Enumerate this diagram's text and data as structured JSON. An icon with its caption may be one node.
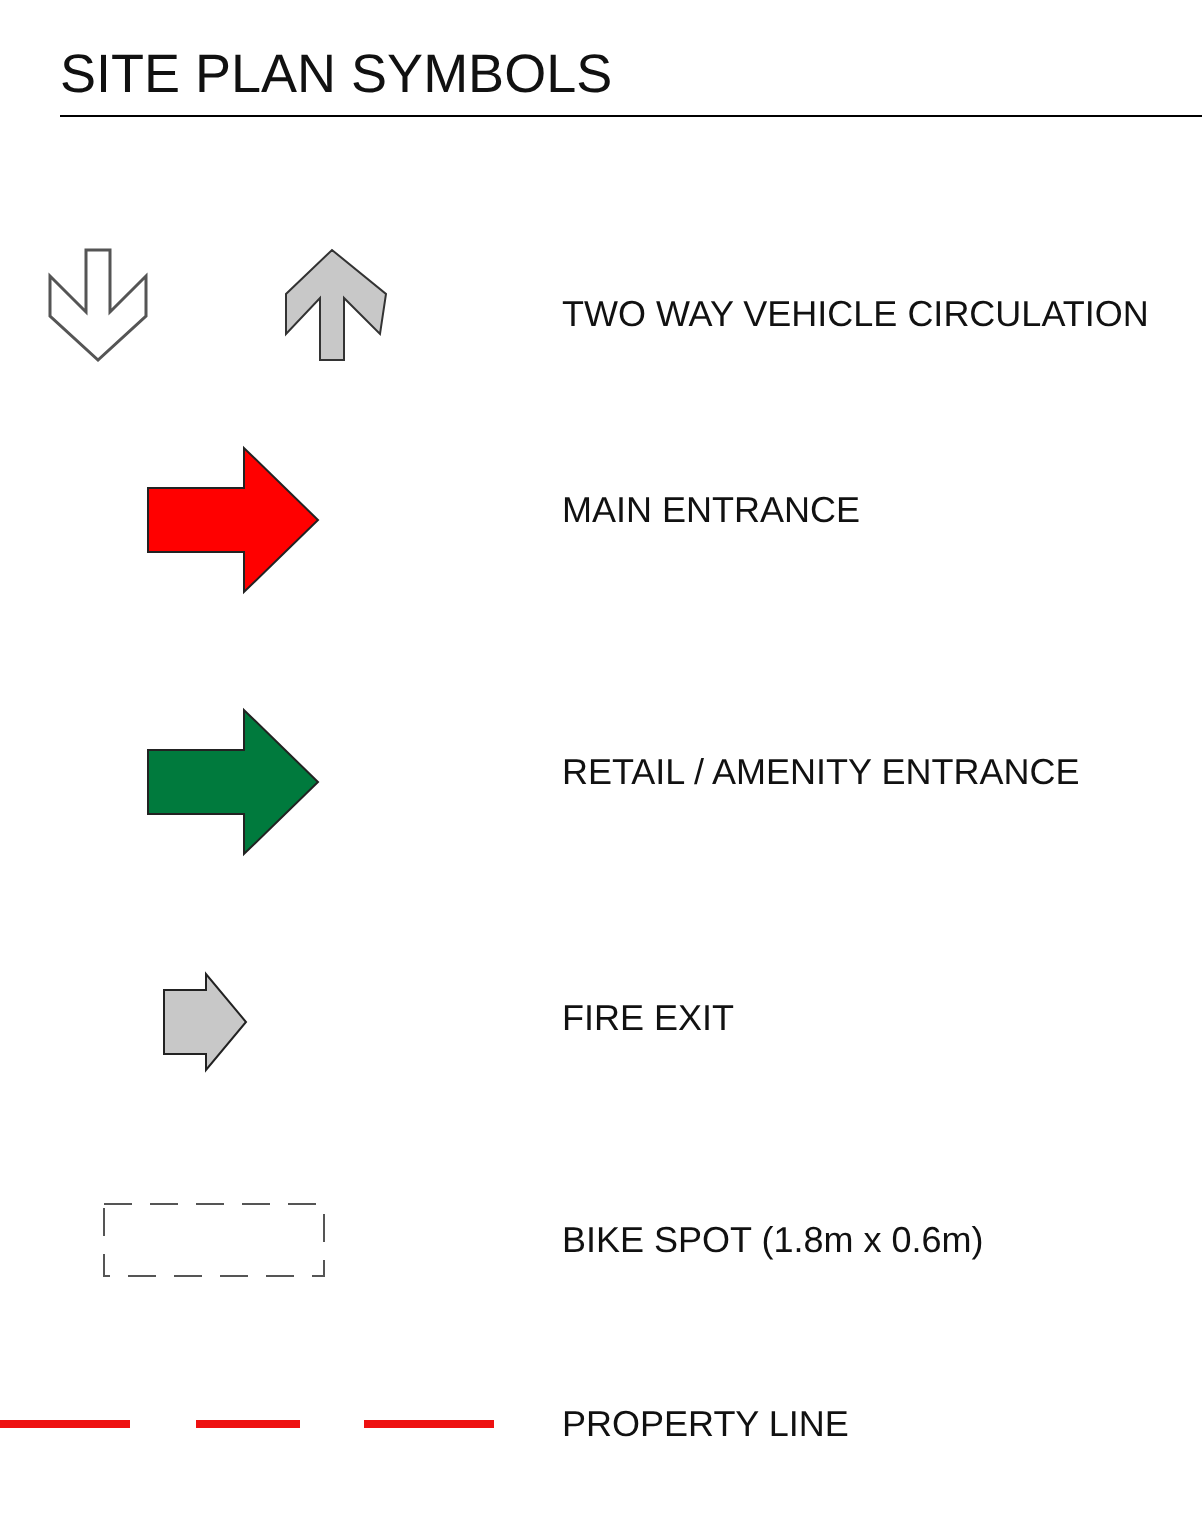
{
  "diagram": {
    "title": "SITE PLAN SYMBOLS",
    "legend": [
      {
        "text": "TWO WAY VEHICLE CIRCULATION"
      },
      {
        "text": "MAIN ENTRANCE"
      },
      {
        "text": "RETAIL / AMENITY ENTRANCE"
      },
      {
        "text": "FIRE EXIT"
      },
      {
        "text": "BIKE SPOT (1.8m x 0.6m)"
      },
      {
        "text": "PROPERTY LINE"
      }
    ]
  }
}
